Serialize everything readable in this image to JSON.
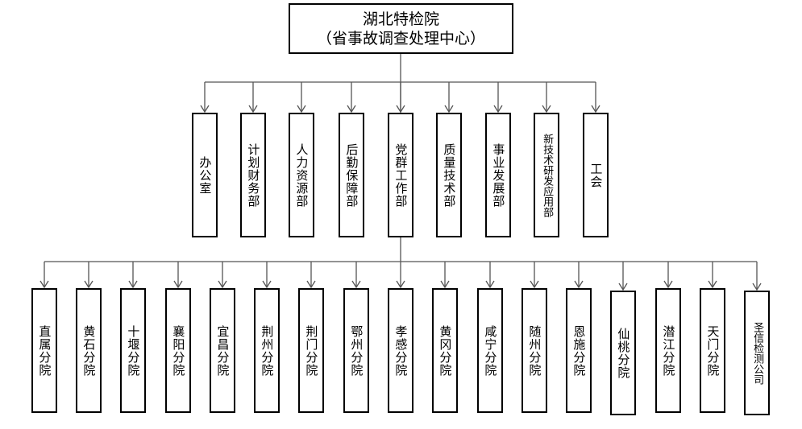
{
  "root": {
    "name": "湖北特检院",
    "subtitle": "（省事故调查处理中心）"
  },
  "departments": [
    "办公室",
    "计划财务部",
    "人力资源部",
    "后勤保障部",
    "党群工作部",
    "质量技术部",
    "事业发展部",
    "新技术研发应用部",
    "工会"
  ],
  "branches": [
    "直属分院",
    "黄石分院",
    "十堰分院",
    "襄阳分院",
    "宜昌分院",
    "荆州分院",
    "荆门分院",
    "鄂州分院",
    "孝感分院",
    "黄冈分院",
    "咸宁分院",
    "随州分院",
    "恩施分院",
    "仙桃分院",
    "潜江分院",
    "天门分院",
    "圣信检测公司"
  ]
}
